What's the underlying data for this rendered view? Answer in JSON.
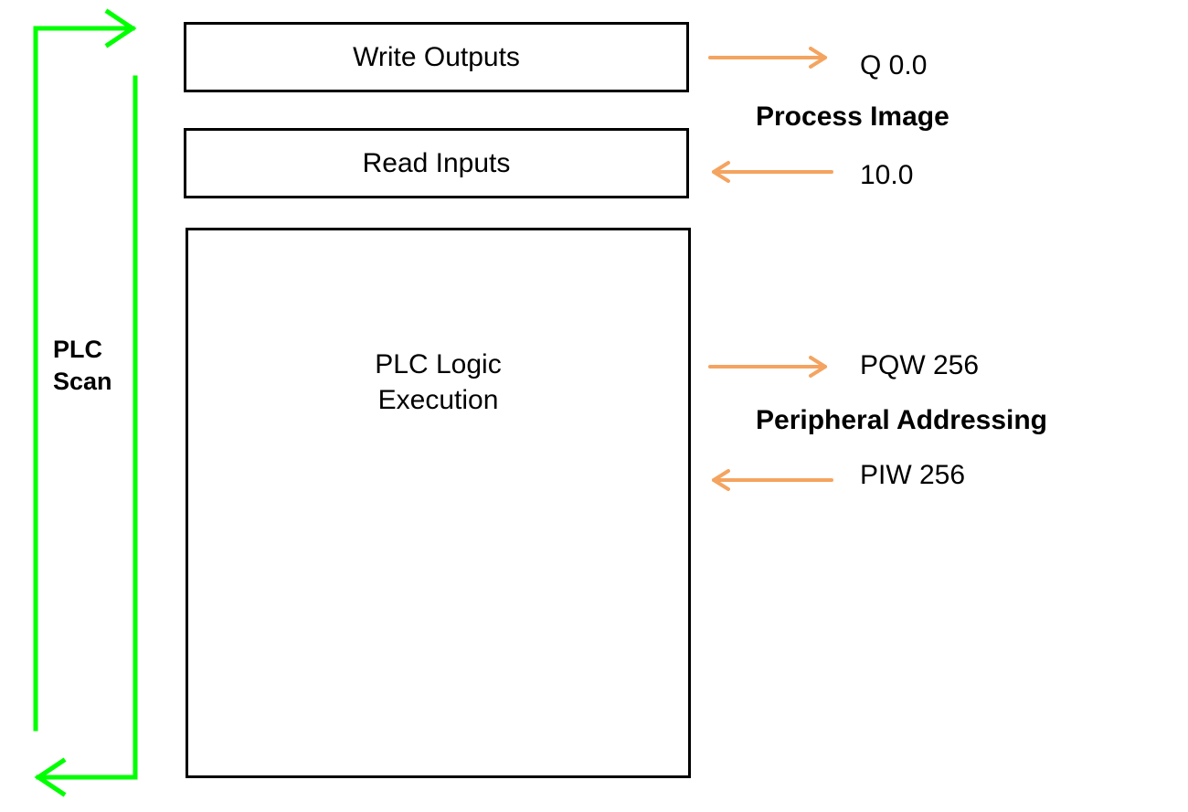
{
  "diagram": {
    "blocks": {
      "write_outputs": "Write Outputs",
      "read_inputs": "Read Inputs",
      "logic_line1": "PLC Logic",
      "logic_line2": "Execution"
    },
    "scan_label": {
      "line1": "PLC",
      "line2": "Scan"
    },
    "process_image": {
      "heading": "Process Image",
      "output_address": "Q 0.0",
      "input_address": "10.0"
    },
    "peripheral": {
      "heading": "Peripheral Addressing",
      "output_address": "PQW 256",
      "input_address": "PIW 256"
    },
    "colors": {
      "scan_loop": "#00ff00",
      "io_arrows": "#f4a460",
      "box_border": "#000000"
    }
  }
}
